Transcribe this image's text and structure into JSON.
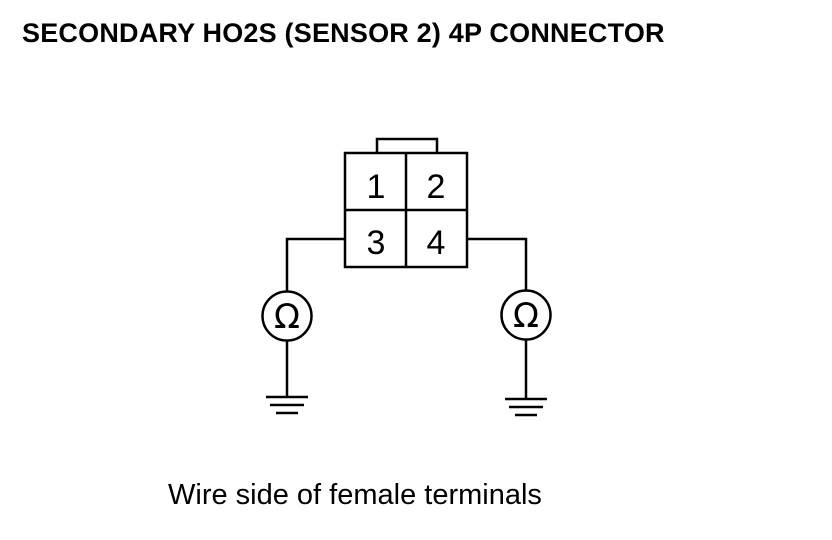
{
  "title": "SECONDARY HO2S (SENSOR 2) 4P CONNECTOR",
  "connector": {
    "pins": [
      "1",
      "2",
      "3",
      "4"
    ]
  },
  "meters": [
    {
      "symbol": "Ω",
      "pin": "3"
    },
    {
      "symbol": "Ω",
      "pin": "4"
    }
  ],
  "caption": "Wire side of female terminals",
  "colors": {
    "line": "#000000",
    "background": "#ffffff"
  },
  "icons": [
    "ohmmeter-icon",
    "ground-icon"
  ]
}
